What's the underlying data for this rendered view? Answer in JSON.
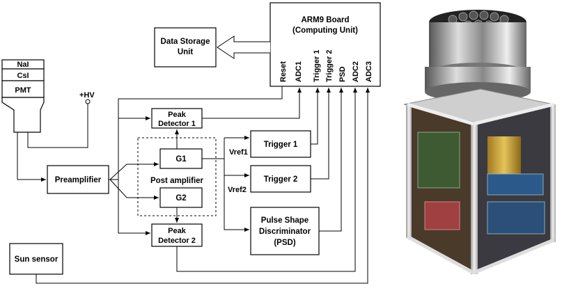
{
  "diagram": {
    "arm9_line1": "ARM9 Board",
    "arm9_line2": "(Computing Unit)",
    "ports": [
      "Reset",
      "ADC1",
      "Trigger 1",
      "Trigger 2",
      "PSD",
      "ADC2",
      "ADC3"
    ],
    "data_storage_line1": "Data Storage",
    "data_storage_line2": "Unit",
    "detector_layers": [
      "NaI",
      "CsI",
      "PMT"
    ],
    "hv_label": "+HV",
    "preamplifier": "Preamplifier",
    "peak_detector_1_line1": "Peak",
    "peak_detector_1_line2": "Detector 1",
    "peak_detector_2_line1": "Peak",
    "peak_detector_2_line2": "Detector 2",
    "g1": "G1",
    "g2": "G2",
    "post_amplifier": "Post amplifier",
    "trigger_1": "Trigger 1",
    "trigger_2": "Trigger 2",
    "vref1": "Vref1",
    "vref2": "Vref2",
    "psd_line1": "Pulse Shape",
    "psd_line2": "Discriminator",
    "psd_line3": "(PSD)",
    "sun_sensor": "Sun sensor"
  },
  "photo": {
    "subject": "detector-assembly-photo"
  }
}
